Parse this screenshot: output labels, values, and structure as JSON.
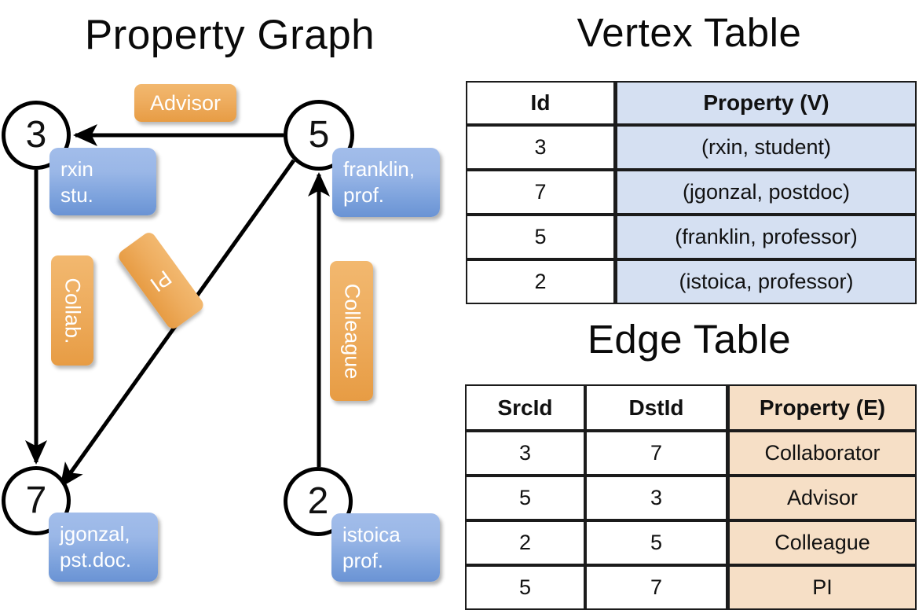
{
  "titles": {
    "property_graph": "Property Graph",
    "vertex_table": "Vertex Table",
    "edge_table": "Edge Table"
  },
  "colors": {
    "vertex_property_fill": "#d5e0f2",
    "edge_property_fill": "#f6dfc6",
    "vertex_box_blue": "#7ba1dc",
    "edge_label_orange": "#eead5f",
    "stroke": "#000000"
  },
  "graph": {
    "nodes": [
      {
        "id": "3",
        "property_label": "rxin\nstu."
      },
      {
        "id": "5",
        "property_label": "franklin,\nprof."
      },
      {
        "id": "7",
        "property_label": "jgonzal,\npst.doc."
      },
      {
        "id": "2",
        "property_label": "istoica\nprof."
      }
    ],
    "edge_labels": [
      {
        "name": "advisor",
        "text": "Advisor"
      },
      {
        "name": "collab",
        "text": "Collab."
      },
      {
        "name": "pi",
        "text": "PI"
      },
      {
        "name": "colleague",
        "text": "Colleague"
      }
    ],
    "edges": [
      {
        "from": "5",
        "to": "3",
        "label": "Advisor"
      },
      {
        "from": "3",
        "to": "7",
        "label": "Collab."
      },
      {
        "from": "5",
        "to": "7",
        "label": "PI"
      },
      {
        "from": "2",
        "to": "5",
        "label": "Colleague"
      }
    ]
  },
  "vertex_table": {
    "headers": [
      "Id",
      "Property (V)"
    ],
    "rows": [
      {
        "id": "3",
        "property": "(rxin, student)"
      },
      {
        "id": "7",
        "property": "(jgonzal, postdoc)"
      },
      {
        "id": "5",
        "property": "(franklin, professor)"
      },
      {
        "id": "2",
        "property": "(istoica, professor)"
      }
    ]
  },
  "edge_table": {
    "headers": [
      "SrcId",
      "DstId",
      "Property (E)"
    ],
    "rows": [
      {
        "src": "3",
        "dst": "7",
        "property": "Collaborator"
      },
      {
        "src": "5",
        "dst": "3",
        "property": "Advisor"
      },
      {
        "src": "2",
        "dst": "5",
        "property": "Colleague"
      },
      {
        "src": "5",
        "dst": "7",
        "property": "PI"
      }
    ]
  }
}
